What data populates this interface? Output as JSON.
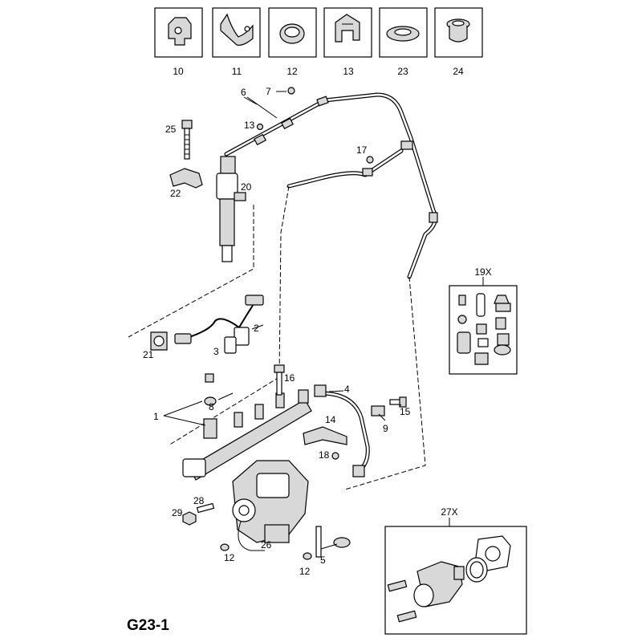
{
  "diagram_code": "G23-1",
  "kit_boxes": [
    {
      "id": "box-10",
      "label": "10",
      "icon": "bracket-clip-icon"
    },
    {
      "id": "box-11",
      "label": "11",
      "icon": "pipe-clamp-icon"
    },
    {
      "id": "box-12",
      "label": "12",
      "icon": "hose-clip-icon"
    },
    {
      "id": "box-13",
      "label": "13",
      "icon": "retainer-clip-icon"
    },
    {
      "id": "box-23",
      "label": "23",
      "icon": "seal-ring-icon"
    },
    {
      "id": "box-24",
      "label": "24",
      "icon": "grommet-icon"
    }
  ],
  "callouts": {
    "c6": "6",
    "c7": "7",
    "c13": "13",
    "c25": "25",
    "c22": "22",
    "c20": "20",
    "c17": "17",
    "c21": "21",
    "c3": "3",
    "c2": "2",
    "c16": "16",
    "c8": "8",
    "c1": "1",
    "c4": "4",
    "c15": "15",
    "c14": "14",
    "c9": "9",
    "c18": "18",
    "c28": "28",
    "c29": "29",
    "c12a": "12",
    "c26": "26",
    "c5": "5",
    "c12b": "12"
  },
  "inset_19x": {
    "label": "19X"
  },
  "inset_27x": {
    "label": "27X"
  }
}
